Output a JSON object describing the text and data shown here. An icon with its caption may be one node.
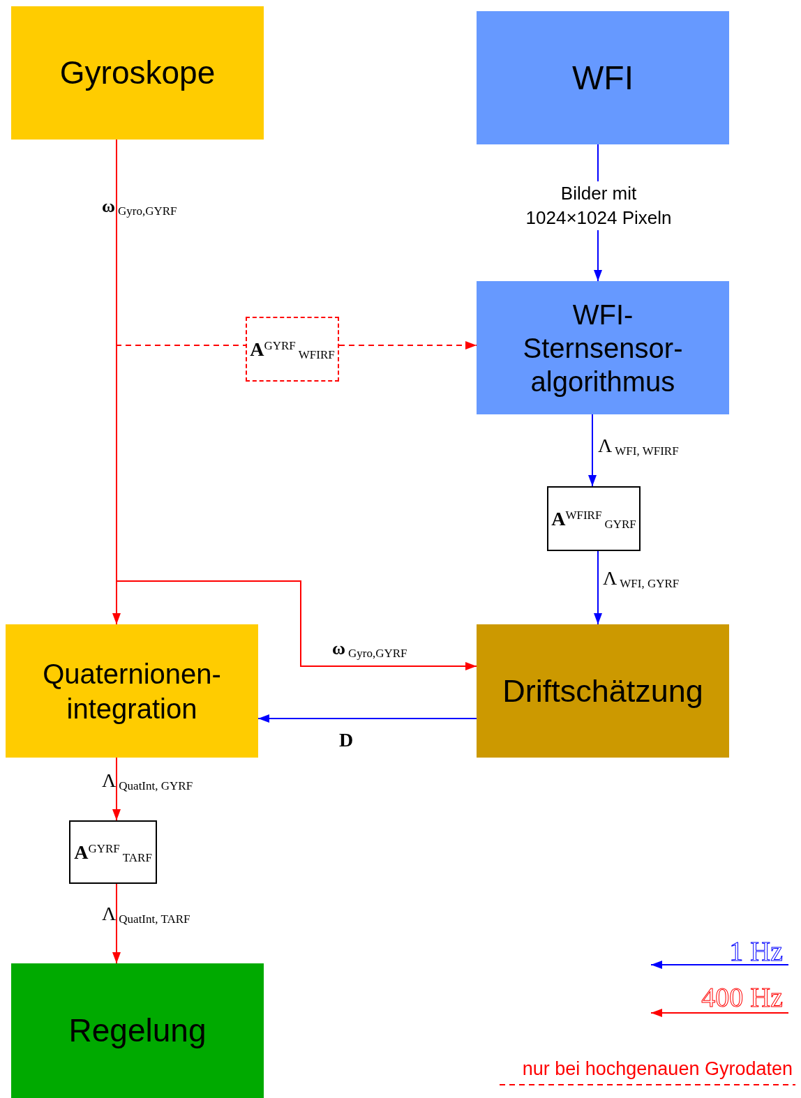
{
  "diagram": {
    "nodes": [
      {
        "text": [
          "Gyroskope"
        ]
      },
      {
        "text": [
          "WFI"
        ]
      },
      {
        "text": [
          "WFI- Sternsensor- algorithmus"
        ]
      },
      {
        "text": [
          "**A**$^{GYRF}$$_{WFIRF}$"
        ]
      },
      {
        "text": [
          "**A**$^{WFIRF}$$_{GYRF}$"
        ]
      },
      {
        "text": [
          "Quaternionen- integration"
        ]
      },
      {
        "text": [
          "Driftschätzung"
        ]
      },
      {
        "text": [
          "**A**$^{GYRF}$$_{TARF}$"
        ]
      },
      {
        "text": [
          "Regelung"
        ]
      }
    ],
    "edges": [
      {
        "from": 0,
        "to": 5,
        "arrow": "to",
        "label": "**ω**$_{Gyro,GYRF}$"
      },
      {
        "from": 0,
        "to": 3,
        "arrow": "none",
        "style": "dashed"
      },
      {
        "from": 3,
        "to": 2,
        "arrow": "to",
        "style": "dashed"
      },
      {
        "from": 0,
        "to": 6,
        "arrow": "to",
        "label": "**ω**$_{Gyro,GYRF}$"
      },
      {
        "from": 1,
        "to": 2,
        "arrow": "to",
        "label": "Bilder mit 1024×1024 Pixeln",
        "color": "#0000ff"
      },
      {
        "from": 2,
        "to": 4,
        "arrow": "to",
        "label": "Λ$_{WFI, WFIRF}$",
        "color": "#0000ff"
      },
      {
        "from": 4,
        "to": 6,
        "arrow": "to",
        "label": "Λ$_{WFI, GYRF}$",
        "color": "#0000ff"
      },
      {
        "from": 6,
        "to": 5,
        "arrow": "to",
        "label": "**D**",
        "color": "#0000ff"
      },
      {
        "from": 5,
        "to": 7,
        "arrow": "to",
        "label": "Λ$_{QuatInt, GYRF}$"
      },
      {
        "from": 7,
        "to": 8,
        "arrow": "to",
        "label": "Λ$_{QuatInt, TARF}$"
      }
    ],
    "legend": [
      {
        "text": "1 Hz"
      },
      {
        "text": "400 Hz"
      },
      {
        "text": "nur bei hochgenauen Gyrodaten"
      }
    ]
  }
}
